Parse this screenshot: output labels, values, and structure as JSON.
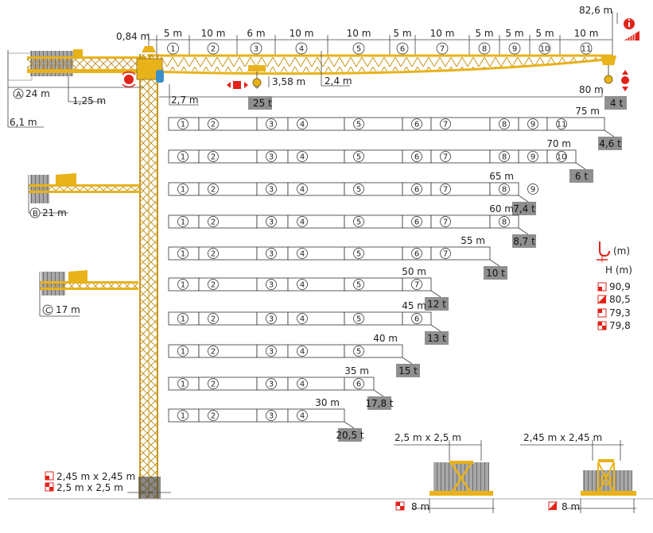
{
  "top_dims": {
    "overall": "82,6 m",
    "offset": "0,84 m",
    "segments": [
      {
        "num": "1",
        "len": "5 m"
      },
      {
        "num": "2",
        "len": "10 m"
      },
      {
        "num": "3",
        "len": "6 m"
      },
      {
        "num": "4",
        "len": "10 m"
      },
      {
        "num": "5",
        "len": "10 m"
      },
      {
        "num": "6",
        "len": "5 m"
      },
      {
        "num": "7",
        "len": "10 m"
      },
      {
        "num": "8",
        "len": "5 m"
      },
      {
        "num": "9",
        "len": "5 m"
      },
      {
        "num": "10",
        "len": "5 m"
      },
      {
        "num": "11",
        "len": "10 m"
      }
    ]
  },
  "crane_labels": {
    "counter_a": "24 m",
    "counter_a_letter": "A",
    "d125": "1,25 m",
    "d61": "6,1 m",
    "d27": "2,7 m",
    "d358": "3,58 m",
    "d24": "2,4 m",
    "trolley_load": "25 t",
    "tip_radius": "80 m",
    "tip_load": "4 t",
    "counter_b": "21 m",
    "counter_b_letter": "B",
    "counter_c": "17 m",
    "counter_c_letter": "C"
  },
  "jib_configs": [
    {
      "radius": "75 m",
      "load": "4,6 t",
      "segments": [
        "1",
        "2",
        "3",
        "4",
        "5",
        "6",
        "7",
        "8",
        "9",
        "11"
      ]
    },
    {
      "radius": "70 m",
      "load": "6 t",
      "segments": [
        "1",
        "2",
        "3",
        "4",
        "5",
        "6",
        "7",
        "8",
        "9",
        "10"
      ]
    },
    {
      "radius": "65 m",
      "load": "7,4 t",
      "segments": [
        "1",
        "2",
        "3",
        "4",
        "5",
        "6",
        "7",
        "8",
        "9"
      ]
    },
    {
      "radius": "60 m",
      "load": "8,7 t",
      "segments": [
        "1",
        "2",
        "3",
        "4",
        "5",
        "6",
        "7",
        "8"
      ]
    },
    {
      "radius": "55 m",
      "load": "10 t",
      "segments": [
        "1",
        "2",
        "3",
        "4",
        "5",
        "6",
        "7"
      ]
    },
    {
      "radius": "50 m",
      "load": "12 t",
      "segments": [
        "1",
        "2",
        "3",
        "4",
        "5",
        "7"
      ]
    },
    {
      "radius": "45 m",
      "load": "13 t",
      "segments": [
        "1",
        "2",
        "3",
        "4",
        "5",
        "6"
      ]
    },
    {
      "radius": "40 m",
      "load": "15 t",
      "segments": [
        "1",
        "2",
        "3",
        "4",
        "5"
      ]
    },
    {
      "radius": "35 m",
      "load": "17,8 t",
      "segments": [
        "1",
        "2",
        "3",
        "4",
        "6"
      ]
    },
    {
      "radius": "30 m",
      "load": "20,5 t",
      "segments": [
        "1",
        "2",
        "3",
        "4"
      ]
    }
  ],
  "height_table": {
    "header": "H (m)",
    "hook_label": "(m)",
    "rows": [
      {
        "value": "90,9"
      },
      {
        "value": "80,5"
      },
      {
        "value": "79,3"
      },
      {
        "value": "79,8"
      }
    ]
  },
  "base_labels": {
    "mast1": "2,45 m x 2,45 m",
    "mast2": "2,5 m x 2,5 m",
    "base_left_size": "2,5 m x 2,5 m",
    "base_left_width": "8 m",
    "base_right_size": "2,45 m x 2,45 m",
    "base_right_width": "8 m"
  },
  "colors": {
    "crane_yellow": "#e8b21a",
    "crane_dark": "#6a5a1a",
    "badge_gray": "#8f8f8f",
    "accent_red": "#e2231a",
    "ballast_gray": "#9a9a9a",
    "tank_blue": "#3a8fc9"
  }
}
